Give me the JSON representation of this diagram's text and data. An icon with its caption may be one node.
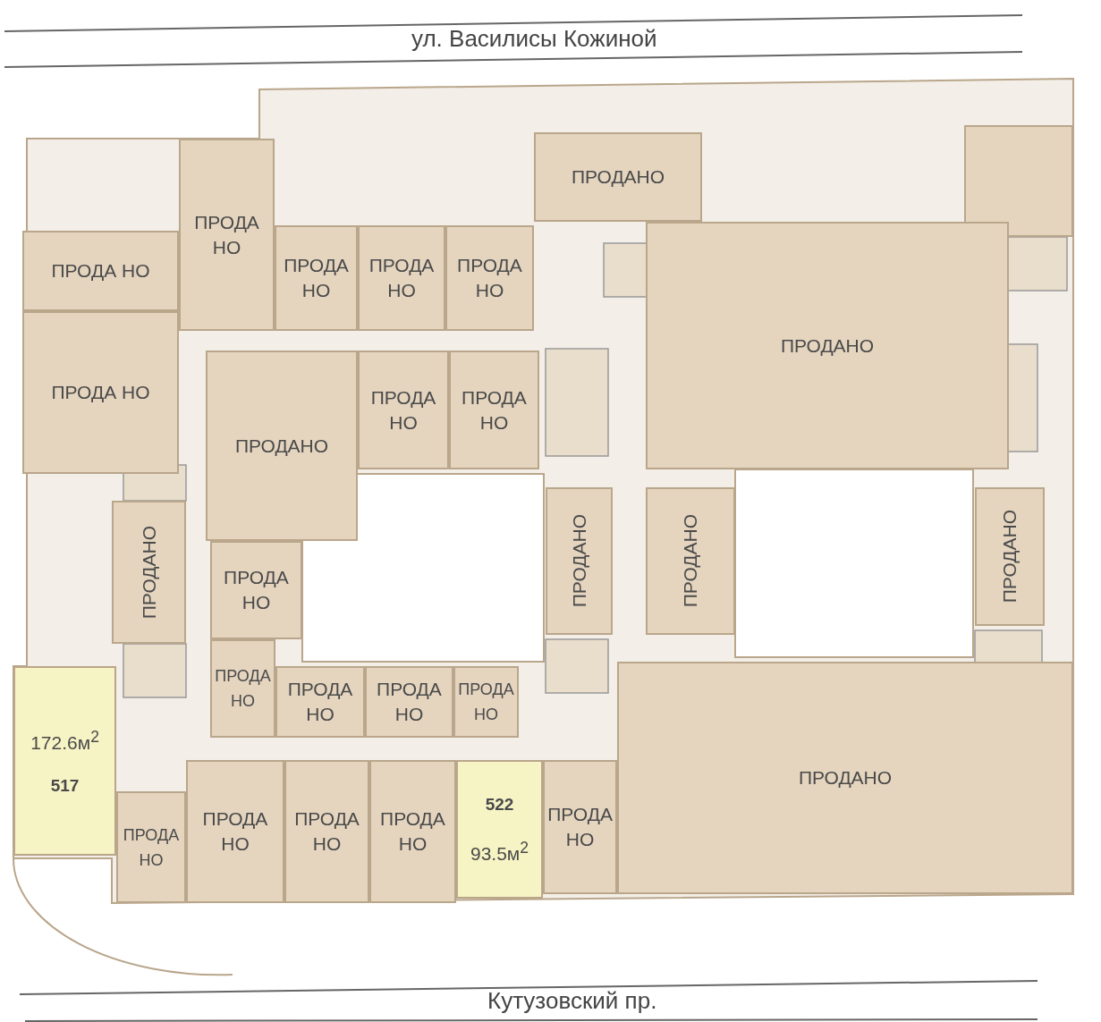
{
  "diagram": {
    "nodes": [
      {
        "text": [
          "ПРОДА НО"
        ]
      },
      {
        "text": [],
        "shape": "box"
      },
      {
        "text": [
          "ПРОДА НО"
        ]
      },
      {
        "text": [
          "ПРОДА НО"
        ]
      },
      {
        "text": [
          "ПРОДА НО"
        ]
      },
      {
        "text": [
          "ПРОДА НО"
        ]
      },
      {
        "text": [
          "ПРОДА НО"
        ]
      },
      {
        "text": [
          "ПРОДАНО"
        ]
      },
      {
        "text": [
          "ПРОДАНО"
        ]
      },
      {
        "text": [
          "ПРОДАНО"
        ]
      },
      {
        "text": [
          "ПРОДА НО"
        ]
      },
      {
        "text": [
          "ПРОДА НО"
        ]
      },
      {
        "text": [
          "ПРОДАНО"
        ]
      },
      {
        "text": [
          "ПРОДА НО"
        ]
      },
      {
        "text": [
          "ПРОДАНО"
        ]
      },
      {
        "text": [
          "ПРОДАНО"
        ]
      },
      {
        "text": [
          "ПРОДАНО"
        ]
      },
      {
        "text": [
          "ПРОДА НО"
        ]
      },
      {
        "text": [
          "ПРОДА НО"
        ]
      },
      {
        "text": [
          "ПРОДА НО"
        ]
      },
      {
        "text": [
          "ПРОДА НО"
        ]
      },
      {
        "text": [
          "ПРОДА НО"
        ]
      },
      {
        "text": [
          "ПРОДАНО"
        ]
      },
      {
        "text": [
          "172.6м$^{2}$",
          "517"
        ]
      },
      {
        "text": [
          "ПРОДА НО"
        ]
      },
      {
        "text": [
          "ПРОДА НО"
        ]
      },
      {
        "text": [
          "ПРОДА НО"
        ]
      },
      {
        "text": [
          "522",
          "93.5м$^{2}$"
        ]
      },
      {
        "text": [
          "ПРОДА НО"
        ]
      }
    ],
    "labels": [
      "ул. Василисы Кожиной",
      "Кутузовский пр."
    ]
  }
}
